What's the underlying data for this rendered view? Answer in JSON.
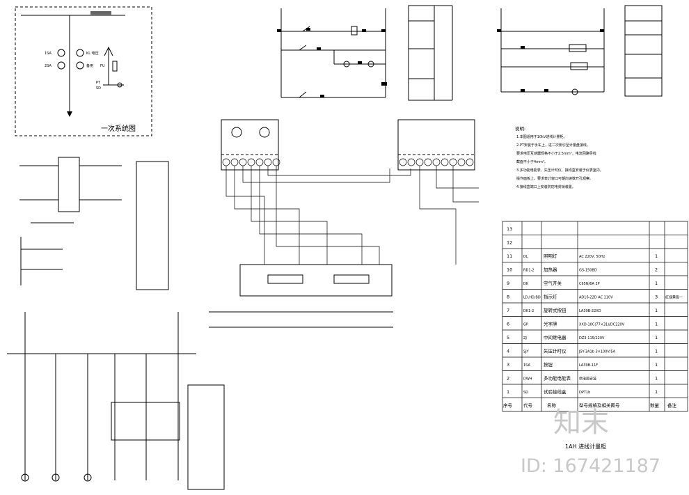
{
  "primary_system": {
    "title": "一次系统图"
  },
  "notes": {
    "heading": "说明:",
    "lines": [
      "1.本图适用于10kV进线计量柜。",
      "2.PT安装于手车上，进二次侧引至计量盘接线。",
      "  要求电压互感器规格不小于2.5mm²，电流回路导线",
      "  截面不小于4mm²。",
      "3.多功能电能表、失压计时仪、接线盒安装于仪表室内，",
      "  操作面板上，要求表计窗口可朝向读数开孔观察。",
      "4.接线盒端口上安装防窃电封锁装置。"
    ]
  },
  "bom": {
    "headers": [
      "序号",
      "代号",
      "名称",
      "型号规格及相关图号",
      "数量",
      "备注"
    ],
    "rows": [
      [
        "13",
        "",
        "",
        "",
        "",
        ""
      ],
      [
        "12",
        "",
        "",
        "",
        "",
        ""
      ],
      [
        "11",
        "DL",
        "照明灯",
        "AC 220V, 50Hz",
        "1",
        ""
      ],
      [
        "10",
        "RD1-2",
        "加热器",
        "GS-150BD",
        "2",
        ""
      ],
      [
        "9",
        "DK",
        "空气开关",
        "C65N/6A 2P",
        "1",
        ""
      ],
      [
        "8",
        "LD,HD,BD",
        "指示灯",
        "AD16-22D AC 110V",
        "3",
        "红绿黄各一"
      ],
      [
        "7",
        "DK1-2",
        "旋转式按钮",
        "LA39B-22XD",
        "1",
        ""
      ],
      [
        "6",
        "GP",
        "光字牌",
        "XXD-10C(77×31)/DC220V",
        "1",
        ""
      ],
      [
        "5",
        "ZJ",
        "中间继电器",
        "DZ3-115/220V",
        "1",
        ""
      ],
      [
        "4",
        "SJY",
        "失压计时仪",
        "JSY-3A1b 3×100V/5A",
        "1",
        ""
      ],
      [
        "3",
        "1SA",
        "按钮",
        "LA39B-11F",
        "1",
        ""
      ],
      [
        "2",
        "DWH",
        "多功能电能表",
        "供电局安装",
        "1",
        ""
      ],
      [
        "1",
        "SD",
        "试验接线盒",
        "DPT1b",
        "1",
        ""
      ]
    ]
  },
  "drawing_title": "1AH 进线计量柜",
  "watermark": {
    "logo": "知末",
    "id": "ID: 167421187"
  }
}
